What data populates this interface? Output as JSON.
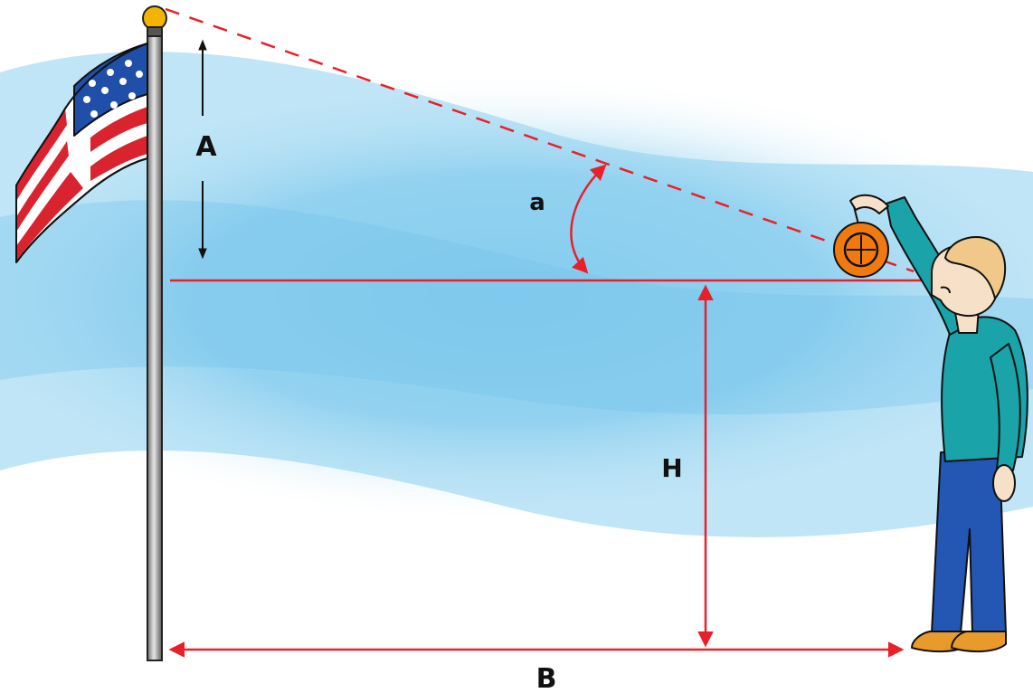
{
  "labels": {
    "flagpole_height_above_eye": "A",
    "elevation_angle": "a",
    "eye_height": "H",
    "distance_to_pole": "B"
  },
  "colors": {
    "measure_lines": "#e8202a",
    "sky": "#7cc8ee",
    "pole": "#9a9a9a",
    "pole_finial": "#f3b400",
    "flag_red": "#d9232f",
    "flag_blue": "#1f4fa8",
    "shirt": "#1aa3a8",
    "pants": "#2456b3",
    "hair": "#f0c98a",
    "shoes": "#e89a2a",
    "inclinometer": "#f07a10"
  },
  "icons": {
    "flag": "us-flag-icon",
    "person": "person-figure",
    "inclinometer": "inclinometer-icon"
  }
}
